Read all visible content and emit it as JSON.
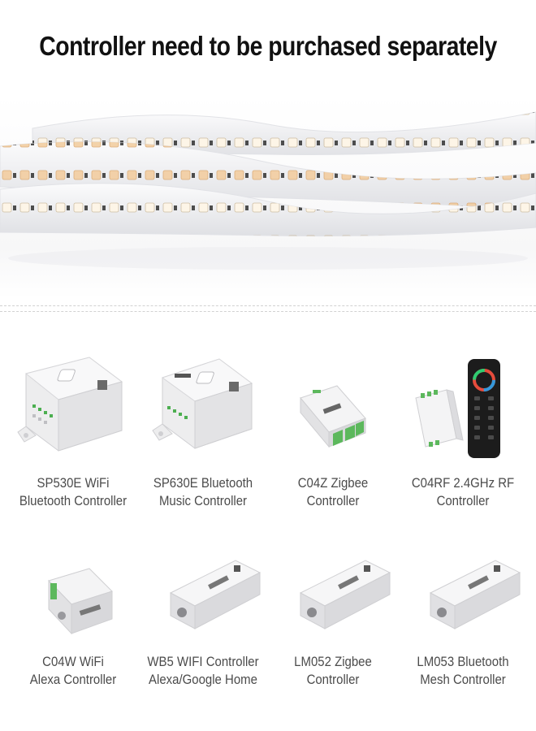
{
  "headline": "Controller need to be purchased separately",
  "products": [
    {
      "line1": "SP530E WiFi",
      "line2": "Bluetooth Controller"
    },
    {
      "line1": "SP630E Bluetooth",
      "line2": "Music Controller"
    },
    {
      "line1": "C04Z Zigbee",
      "line2": "Controller"
    },
    {
      "line1": "C04RF 2.4GHz RF",
      "line2": "Controller"
    },
    {
      "line1": "C04W WiFi",
      "line2": "Alexa Controller"
    },
    {
      "line1": "WB5 WIFI Controller",
      "line2": "Alexa/Google Home"
    },
    {
      "line1": "LM052 Zigbee",
      "line2": "Controller"
    },
    {
      "line1": "LM053 Bluetooth",
      "line2": "Mesh Controller"
    }
  ],
  "colors": {
    "strip": "#f4f4f6",
    "led_warm": "#f3d3a8",
    "led_cool": "#fffaf0",
    "device": "#f2f2f2",
    "terminal_green": "#5cb85c",
    "remote": "#1c1c1c"
  }
}
